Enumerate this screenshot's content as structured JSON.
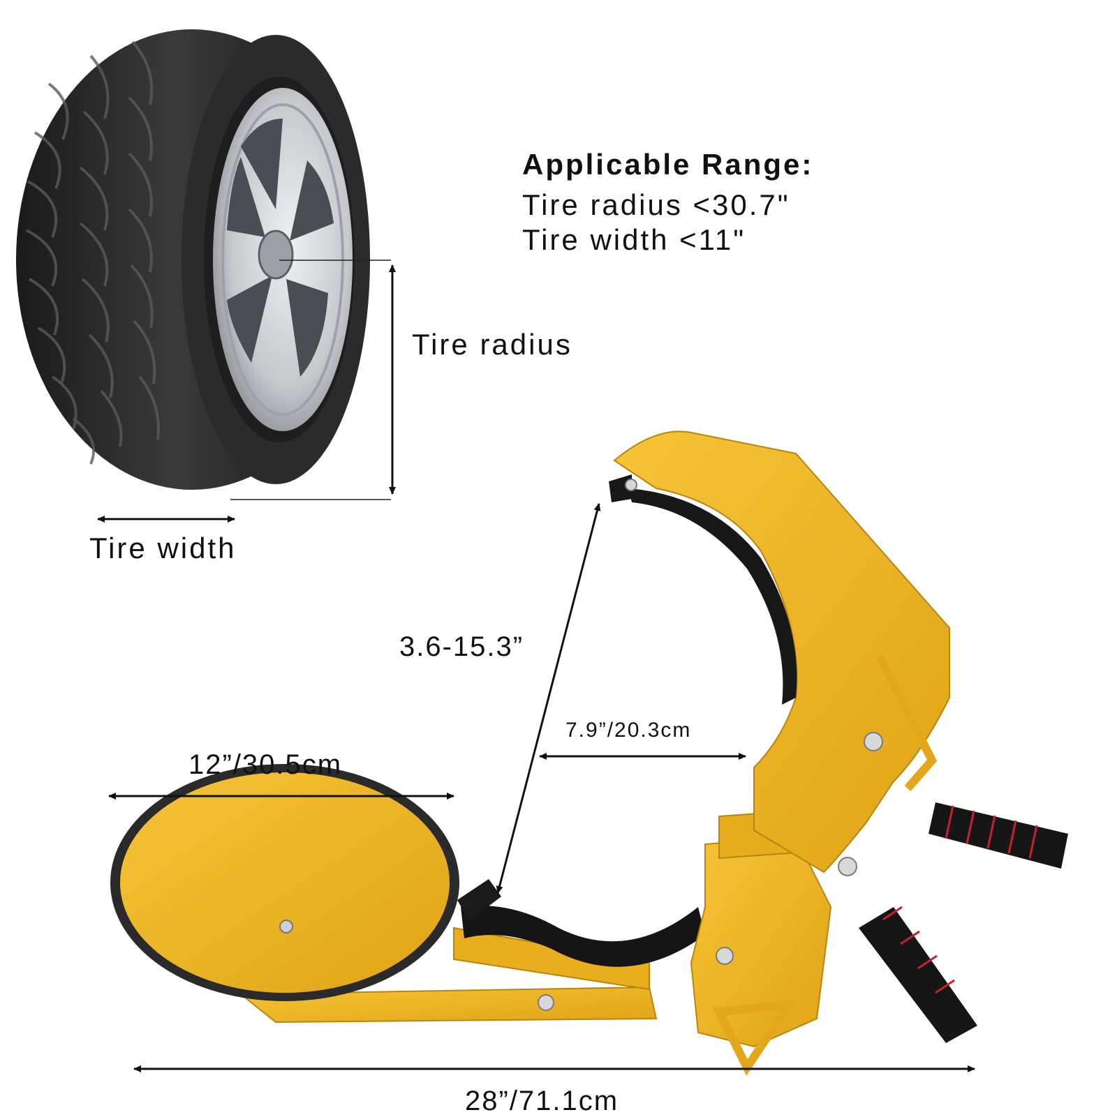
{
  "spec": {
    "title": "Applicable Range:",
    "lines": [
      "Tire radius <30.7\"",
      "Tire width <11\""
    ]
  },
  "labels": {
    "tire_radius": "Tire radius",
    "tire_width": "Tire width",
    "clamp_opening": "3.6-15.3”",
    "jaw_width": "7.9”/20.3cm",
    "disc_diameter": "12”/30.5cm",
    "total_length": "28”/71.1cm"
  },
  "colors": {
    "clamp_yellow": "#F2B521",
    "tire_black": "#262626",
    "rim_silver": "#C9CCCF",
    "grip_red": "#C8202C"
  }
}
